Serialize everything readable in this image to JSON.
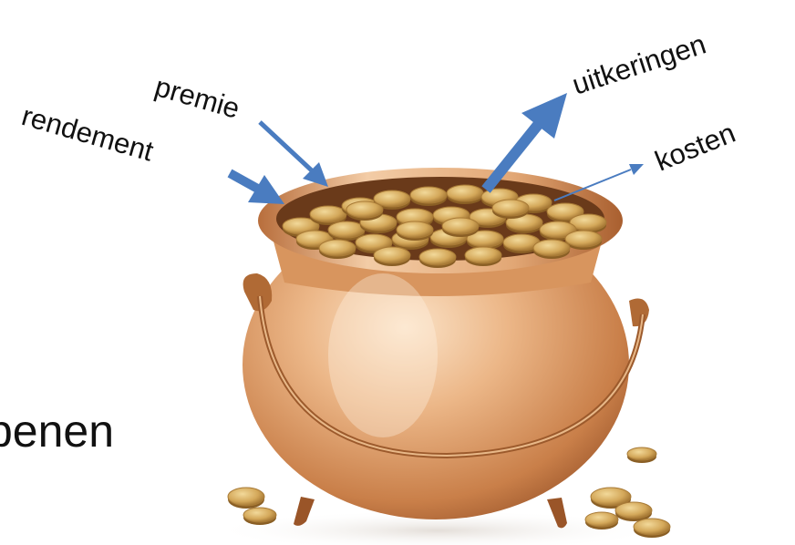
{
  "labels": {
    "premie": "premie",
    "rendement": "rendement",
    "uitkeringen": "uitkeringen",
    "kosten": "kosten"
  },
  "side_text": "benen",
  "colors": {
    "arrow": "#4a7cc0",
    "copper_light": "#f7d6b4",
    "copper_mid": "#dc9b66",
    "copper_dark": "#a55c2c",
    "coin": "#d9b66a"
  }
}
